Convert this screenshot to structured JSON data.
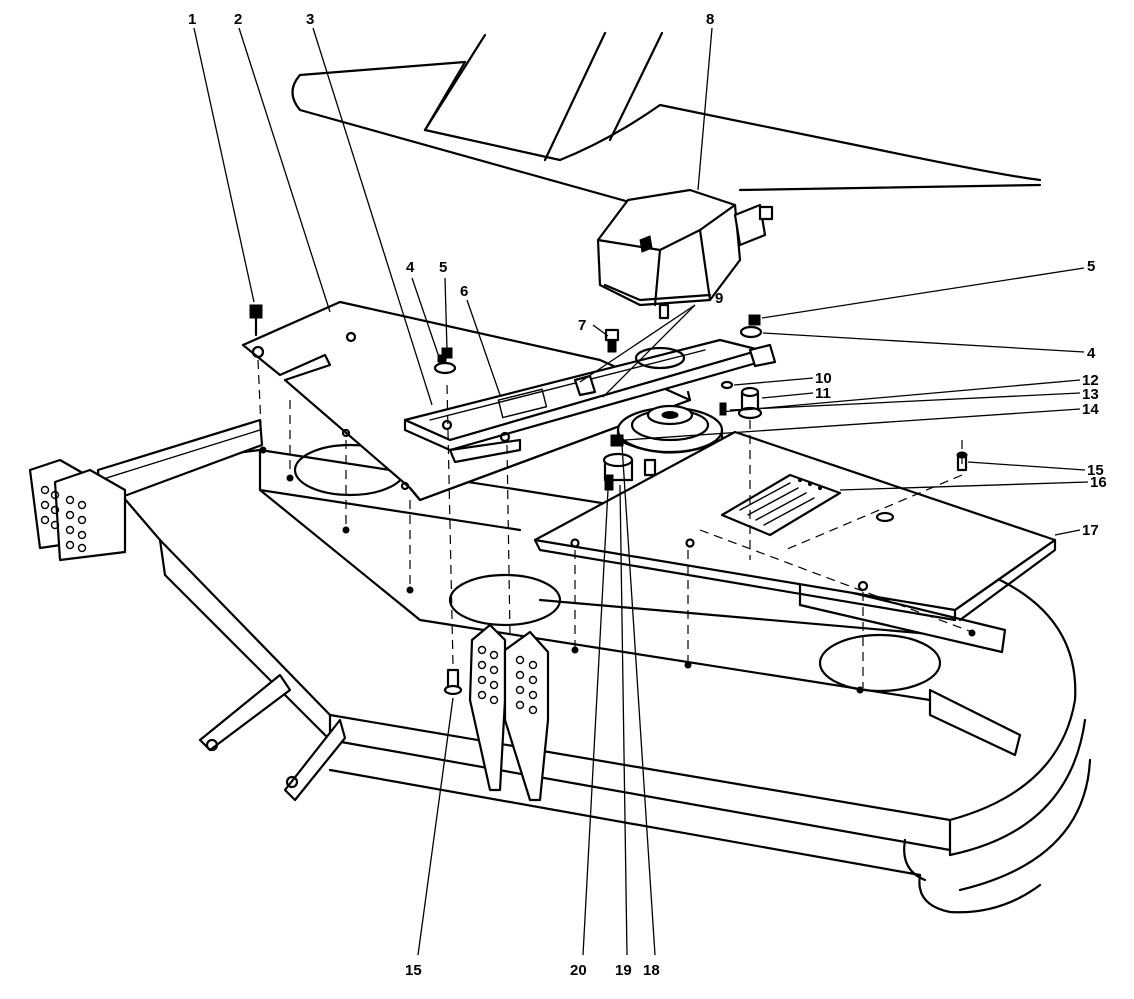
{
  "labels": {
    "l1": "1",
    "l2": "2",
    "l3": "3",
    "l4a": "4",
    "l5a": "5",
    "l6": "6",
    "l7": "7",
    "l8": "8",
    "l9": "9",
    "l5b": "5",
    "l4b": "4",
    "l10": "10",
    "l11": "11",
    "l12": "12",
    "l13": "13",
    "l14": "14",
    "l15a": "15",
    "l16": "16",
    "l17": "17",
    "l15b": "15",
    "l20": "20",
    "l19": "19",
    "l18": "18"
  }
}
